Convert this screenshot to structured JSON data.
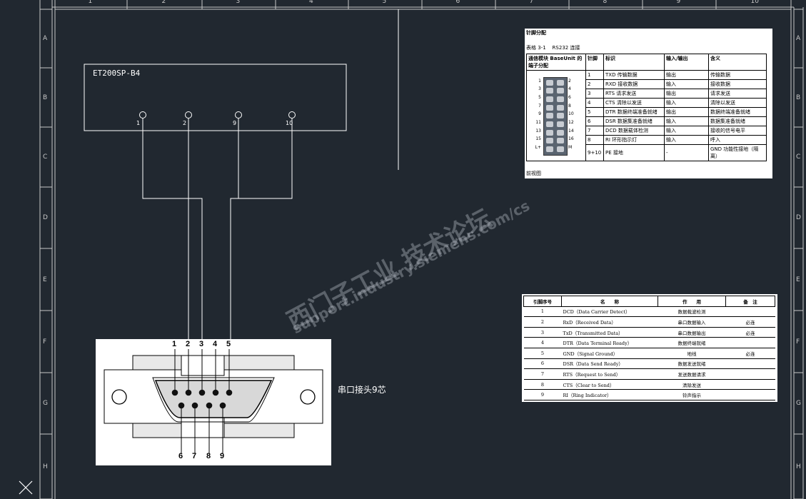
{
  "drawing": {
    "title_frame_columns": [
      "1",
      "2",
      "3",
      "4",
      "5",
      "6",
      "7",
      "8",
      "9",
      "10"
    ],
    "title_frame_rows": [
      "A",
      "B",
      "C",
      "D",
      "E",
      "F",
      "G",
      "H"
    ],
    "module_label": "ET200SP-B4",
    "module_pins": [
      "1",
      "2",
      "9",
      "10"
    ],
    "connector_caption": "串口接头9芯",
    "connector_top_pins": [
      "1",
      "2",
      "3",
      "4",
      "5"
    ],
    "connector_bottom_pins": [
      "6",
      "7",
      "8",
      "9"
    ]
  },
  "watermark": {
    "line1": "西门子工业 技术论坛",
    "line2": "support.industry.siemens.com/cs"
  },
  "pin_table": {
    "section_title": "针脚分配",
    "table_caption": "表格 3-1    RS232 连接",
    "headers": [
      "通信模块 BaseUnit 的端子分配",
      "针脚",
      "标识",
      "输入/输出",
      "含义"
    ],
    "image_left_numbers": [
      "1",
      "3",
      "5",
      "7",
      "9",
      "11",
      "13",
      "15",
      "L+"
    ],
    "image_right_numbers": [
      "2",
      "4",
      "6",
      "8",
      "10",
      "12",
      "14",
      "16",
      "M"
    ],
    "rows": [
      [
        "1",
        "TXD 传输数据",
        "输出",
        "传输数据"
      ],
      [
        "2",
        "RXD 接收数据",
        "输入",
        "接收数据"
      ],
      [
        "3",
        "RTS 请求发送",
        "输出",
        "请求发送"
      ],
      [
        "4",
        "CTS 清除以发送",
        "输入",
        "清除以发送"
      ],
      [
        "5",
        "DTR 数据终端准备就绪",
        "输出",
        "数据终端准备就绪"
      ],
      [
        "6",
        "DSR 数据集准备就绪",
        "输入",
        "数据集准备就绪"
      ],
      [
        "7",
        "DCD 数据载体检测",
        "输入",
        "接收的信号电平"
      ],
      [
        "8",
        "RI 环形指示灯",
        "输入",
        "呼入"
      ],
      [
        "9+10",
        "PE 接地",
        "-",
        "GND 功能性接地（隔离）"
      ]
    ],
    "footer": "前视图"
  },
  "signal_table": {
    "headers": [
      "引脚序号",
      "名　　称",
      "作　　用",
      "备　注"
    ],
    "rows": [
      [
        "1",
        "DCD（Data Carrier Detect）",
        "数据载波检测",
        ""
      ],
      [
        "2",
        "RxD（Received Data）",
        "串口数据输入",
        "必连"
      ],
      [
        "3",
        "TxD（Transmitted Data）",
        "串口数据输出",
        "必连"
      ],
      [
        "4",
        "DTR（Data Terminal Ready）",
        "数据终端就绪",
        ""
      ],
      [
        "5",
        "GND（Signal Ground）",
        "地线",
        "必连"
      ],
      [
        "6",
        "DSR（Data Send Ready）",
        "数据发送就绪",
        ""
      ],
      [
        "7",
        "RTS（Request to Send）",
        "发送数据请求",
        ""
      ],
      [
        "8",
        "CTS（Clear to Send）",
        "清除发送",
        ""
      ],
      [
        "9",
        "RI（Ring Indicator）",
        "铃声指示",
        ""
      ]
    ]
  },
  "colors": {
    "background": "#212830",
    "line": "#ffffff",
    "frame": "#c8c8c8"
  }
}
